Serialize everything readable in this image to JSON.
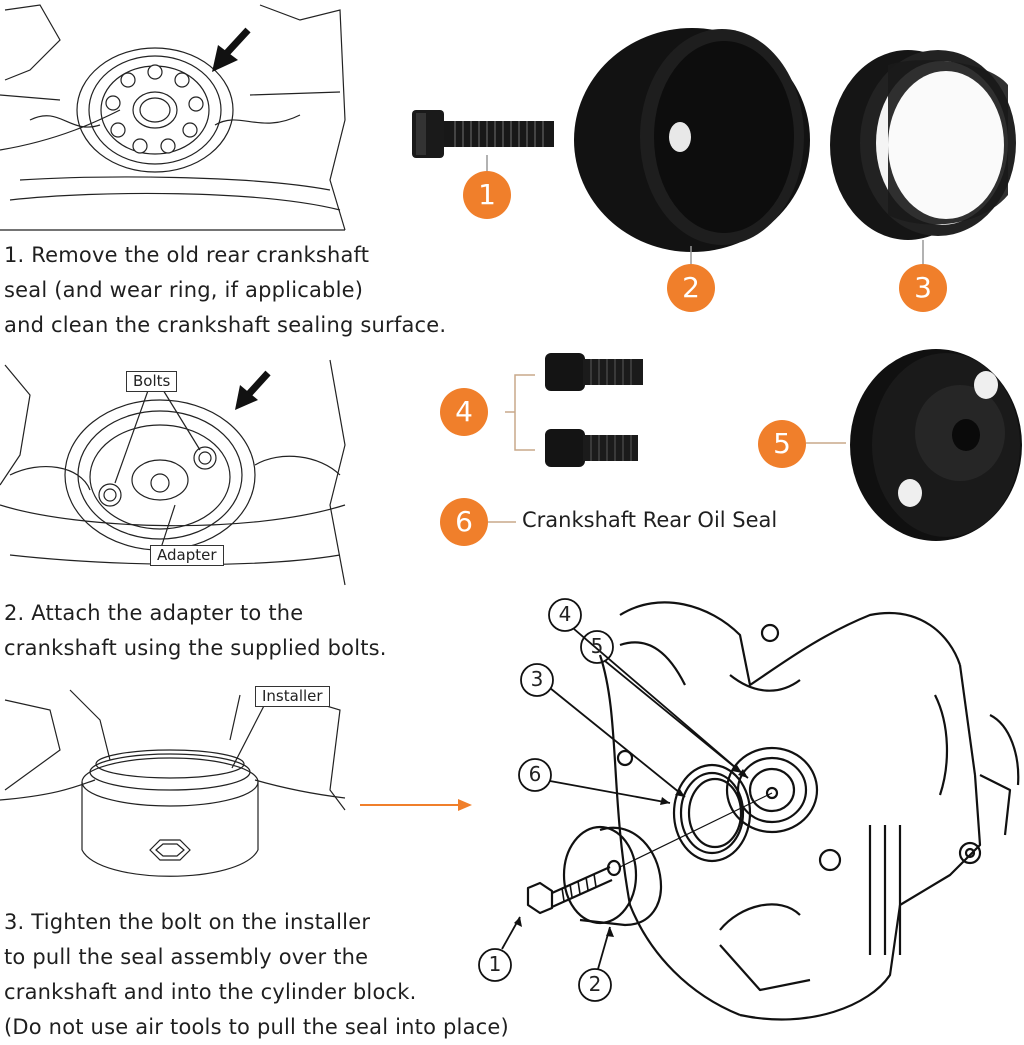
{
  "steps": {
    "step1": {
      "line1": "1. Remove the old rear crankshaft",
      "line2": "seal (and wear ring, if applicable)",
      "line3": "and clean the crankshaft sealing surface."
    },
    "step2": {
      "line1": "2. Attach the adapter to the",
      "line2": "crankshaft using the supplied bolts."
    },
    "step3": {
      "line1": "3. Tighten the bolt on the installer",
      "line2": "to pull the seal assembly over the",
      "line3": "crankshaft and into the cylinder block.",
      "line4": "(Do not use air tools to pull the seal into place)"
    }
  },
  "callouts": {
    "bolts": "Bolts",
    "adapter": "Adapter",
    "installer": "Installer"
  },
  "parts": {
    "badges": [
      "1",
      "2",
      "3",
      "4",
      "5",
      "6"
    ],
    "seal_caption": "Crankshaft Rear Oil Seal"
  },
  "exploded": {
    "labels": [
      "1",
      "2",
      "3",
      "4",
      "5",
      "6"
    ]
  },
  "colors": {
    "accent": "#f07f2b",
    "metal": "#141414",
    "line": "#111111"
  }
}
